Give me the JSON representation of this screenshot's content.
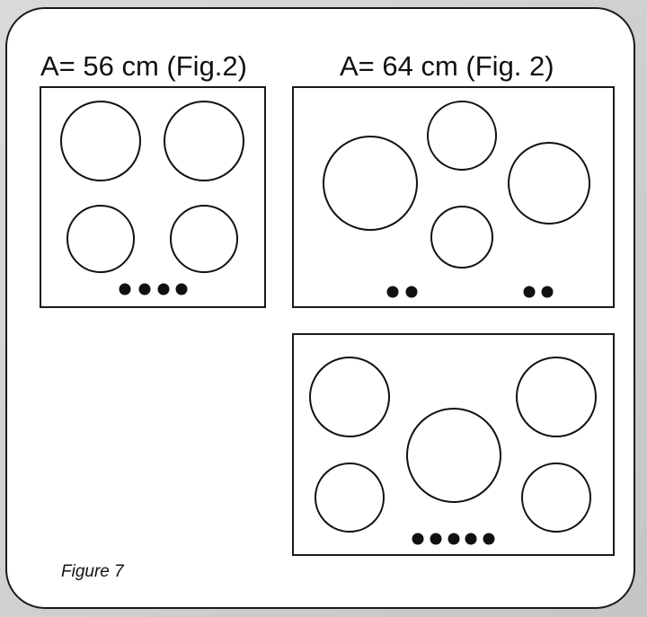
{
  "labels": {
    "left": "A= 56 cm (Fig.2)",
    "right": "A= 64 cm (Fig. 2)"
  },
  "caption": "Figure 7",
  "colors": {
    "line": "#111111",
    "background": "#ffffff",
    "outer": "#cfd0d1"
  },
  "hobs": [
    {
      "name": "hob-56cm-four-zones",
      "zones": 4,
      "controls": 4
    },
    {
      "name": "hob-64cm-four-zones",
      "zones": 4,
      "controls": 4
    },
    {
      "name": "hob-five-zones",
      "zones": 5,
      "controls": 5
    }
  ]
}
